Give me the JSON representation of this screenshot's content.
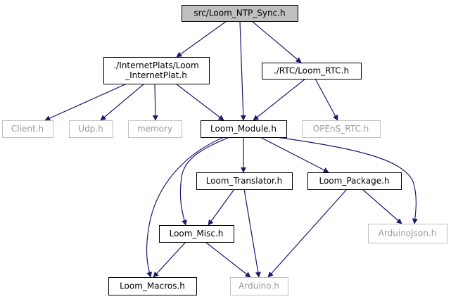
{
  "graph": {
    "colors": {
      "edge": "#191970",
      "node_border": "#000000",
      "external_border": "#bfbfbf",
      "external_text": "#9a9a9a",
      "root_fill": "#bfbfbf",
      "text": "#000000"
    },
    "nodes": [
      {
        "id": "ntp_sync",
        "lines": [
          "src/Loom_NTP_Sync.h"
        ],
        "kind": "root"
      },
      {
        "id": "internetplat",
        "lines": [
          "./InternetPlats/Loom",
          "_InternetPlat.h"
        ],
        "kind": "local"
      },
      {
        "id": "rtc",
        "lines": [
          "./RTC/Loom_RTC.h"
        ],
        "kind": "local"
      },
      {
        "id": "client",
        "lines": [
          "Client.h"
        ],
        "kind": "external"
      },
      {
        "id": "udp",
        "lines": [
          "Udp.h"
        ],
        "kind": "external"
      },
      {
        "id": "memory",
        "lines": [
          "memory"
        ],
        "kind": "external"
      },
      {
        "id": "module",
        "lines": [
          "Loom_Module.h"
        ],
        "kind": "local"
      },
      {
        "id": "opens_rtc",
        "lines": [
          "OPEnS_RTC.h"
        ],
        "kind": "external"
      },
      {
        "id": "translator",
        "lines": [
          "Loom_Translator.h"
        ],
        "kind": "local"
      },
      {
        "id": "package",
        "lines": [
          "Loom_Package.h"
        ],
        "kind": "local"
      },
      {
        "id": "misc",
        "lines": [
          "Loom_Misc.h"
        ],
        "kind": "local"
      },
      {
        "id": "arduinojson",
        "lines": [
          "ArduinoJson.h"
        ],
        "kind": "external"
      },
      {
        "id": "macros",
        "lines": [
          "Loom_Macros.h"
        ],
        "kind": "local"
      },
      {
        "id": "arduino",
        "lines": [
          "Arduino.h"
        ],
        "kind": "external"
      }
    ],
    "edges": [
      {
        "from": "ntp_sync",
        "to": "internetplat"
      },
      {
        "from": "ntp_sync",
        "to": "module"
      },
      {
        "from": "ntp_sync",
        "to": "rtc"
      },
      {
        "from": "internetplat",
        "to": "client"
      },
      {
        "from": "internetplat",
        "to": "udp"
      },
      {
        "from": "internetplat",
        "to": "memory"
      },
      {
        "from": "internetplat",
        "to": "module"
      },
      {
        "from": "rtc",
        "to": "module"
      },
      {
        "from": "rtc",
        "to": "opens_rtc"
      },
      {
        "from": "module",
        "to": "translator"
      },
      {
        "from": "module",
        "to": "package"
      },
      {
        "from": "module",
        "to": "misc"
      },
      {
        "from": "module",
        "to": "macros"
      },
      {
        "from": "module",
        "to": "arduinojson"
      },
      {
        "from": "translator",
        "to": "misc"
      },
      {
        "from": "translator",
        "to": "arduino"
      },
      {
        "from": "package",
        "to": "arduinojson"
      },
      {
        "from": "package",
        "to": "arduino"
      },
      {
        "from": "misc",
        "to": "macros"
      },
      {
        "from": "misc",
        "to": "arduino"
      }
    ]
  }
}
